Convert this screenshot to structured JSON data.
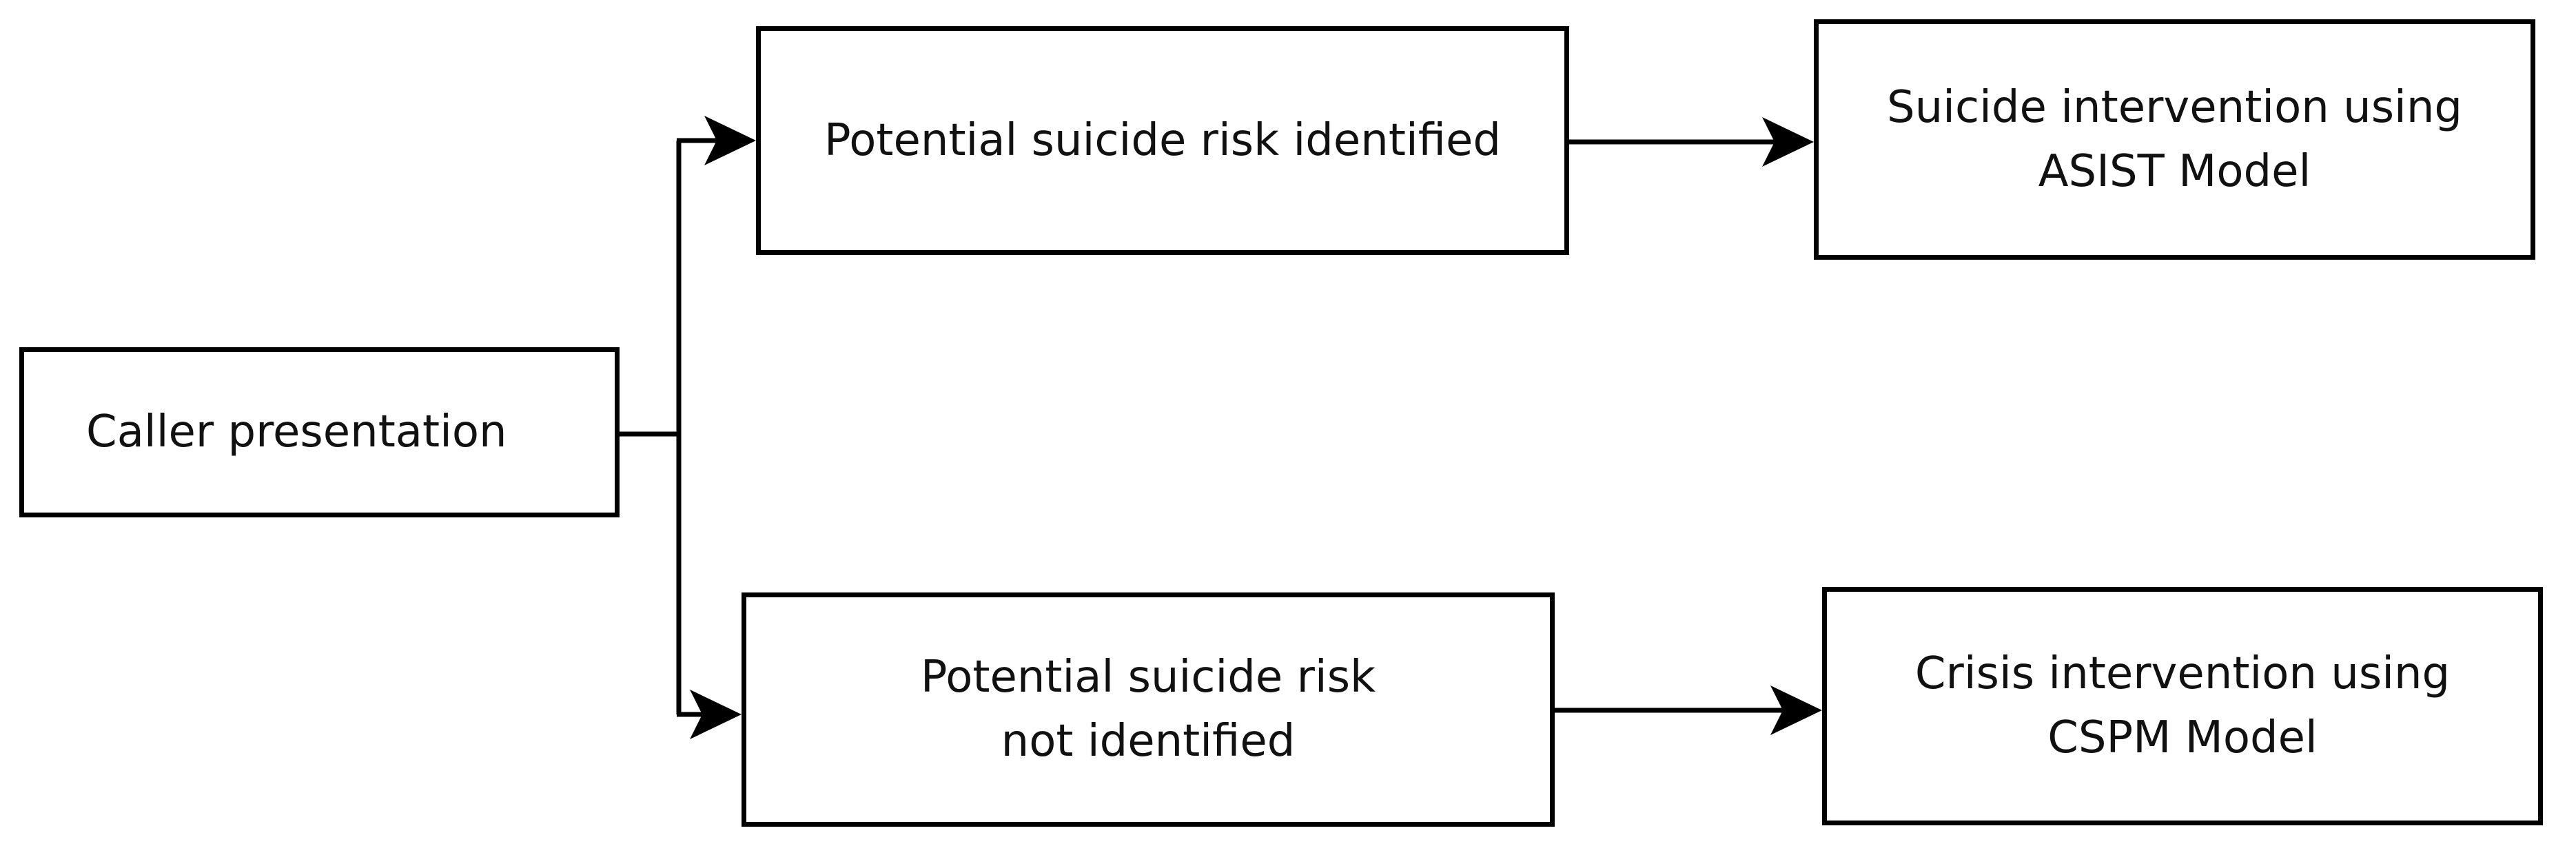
{
  "diagram": {
    "nodes": {
      "caller": {
        "lines": [
          "Caller presentation"
        ]
      },
      "risk_identified": {
        "lines": [
          "Potential suicide risk identified"
        ]
      },
      "risk_not_identified": {
        "lines": [
          "Potential suicide risk",
          "not identified"
        ]
      },
      "asist": {
        "lines": [
          "Suicide intervention using",
          "ASIST Model"
        ]
      },
      "cspm": {
        "lines": [
          "Crisis intervention using",
          "CSPM Model"
        ]
      }
    },
    "edges": [
      {
        "from": "caller",
        "to": "risk_identified"
      },
      {
        "from": "caller",
        "to": "risk_not_identified"
      },
      {
        "from": "risk_identified",
        "to": "asist"
      },
      {
        "from": "risk_not_identified",
        "to": "cspm"
      }
    ],
    "colors": {
      "stroke": "#000000",
      "text": "#111111",
      "background": "#ffffff"
    }
  }
}
